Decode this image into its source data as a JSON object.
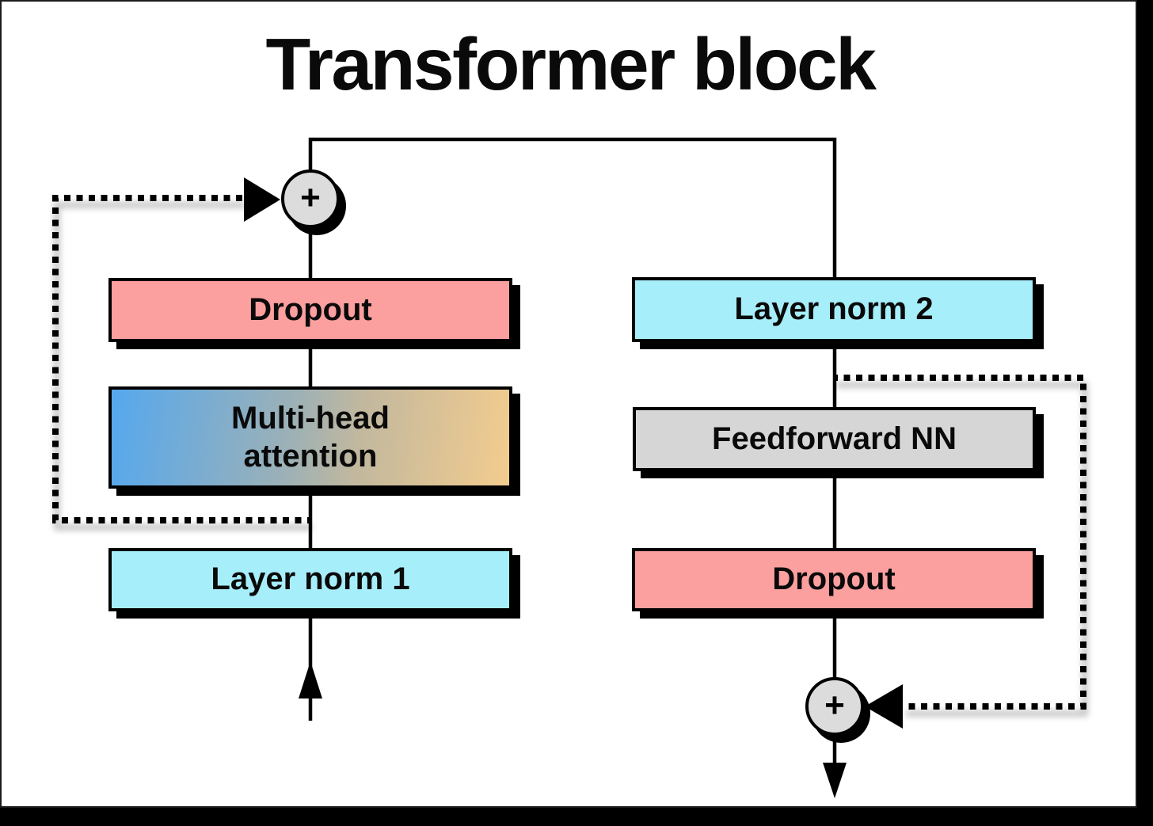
{
  "title": "Transformer block",
  "colors": {
    "pink": "#fb9f9f",
    "cyan": "#a7eefb",
    "gray": "#d6d6d6",
    "node-gray": "#dcdcdc",
    "attention-blue": "#55a8ee",
    "attention-tan": "#f3cc8e"
  },
  "diagram": {
    "left_column": {
      "blocks": [
        {
          "id": "dropout-1",
          "label": "Dropout",
          "style": "pink"
        },
        {
          "id": "multi-head-attention",
          "label": "Multi-head\nattention",
          "style": "blue-orange-gradient"
        },
        {
          "id": "layer-norm-1",
          "label": "Layer norm 1",
          "style": "cyan"
        }
      ],
      "sum_node": {
        "symbol": "+"
      }
    },
    "right_column": {
      "blocks": [
        {
          "id": "layer-norm-2",
          "label": "Layer norm 2",
          "style": "cyan"
        },
        {
          "id": "feedforward-nn",
          "label": "Feedforward NN",
          "style": "gray"
        },
        {
          "id": "dropout-2",
          "label": "Dropout",
          "style": "pink"
        }
      ],
      "sum_node": {
        "symbol": "+"
      }
    }
  }
}
